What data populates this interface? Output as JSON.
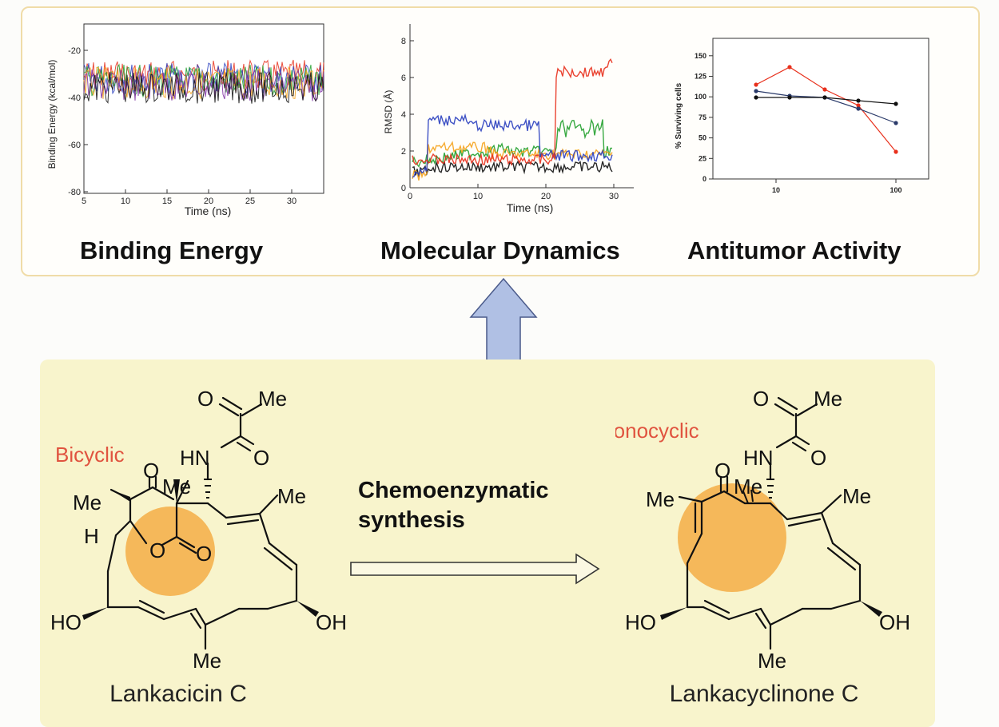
{
  "top_panel": {
    "binding_energy": {
      "caption": "Binding Energy",
      "ylabel": "Binding Energy (kcal/mol)",
      "xlabel": "Time (ns)",
      "xticks": [
        "5",
        "10",
        "15",
        "20",
        "25",
        "30"
      ],
      "yticks": [
        "-20",
        "-40",
        "-60",
        "-80"
      ]
    },
    "molecular_dynamics": {
      "caption": "Molecular Dynamics",
      "ylabel": "RMSD (Å)",
      "xlabel": "Time (ns)",
      "xticks": [
        "0",
        "10",
        "20",
        "30"
      ],
      "yticks": [
        "0",
        "2",
        "4",
        "6",
        "8"
      ]
    },
    "antitumor_activity": {
      "caption": "Antitumor Activity",
      "ylabel": "% Surviving cells",
      "xticks": [
        "10",
        "100"
      ],
      "yticks": [
        "0",
        "25",
        "50",
        "75",
        "100",
        "125",
        "150"
      ]
    }
  },
  "colors": {
    "panel_border": "#f0dca8",
    "bottom_bg": "#f8f4cc",
    "arrow_fill": "#b0c0e4",
    "highlight": "#f5b85a",
    "accent_text": "#e0533f",
    "series": [
      "#e8301c",
      "#2a3fbf",
      "#22a02e",
      "#f5a31c",
      "#111111",
      "#7a2aa0"
    ]
  },
  "bottom_panel": {
    "left_molecule": {
      "name": "Lankacicin C",
      "tag": "Bicyclic",
      "atoms": {
        "me_top": "Me",
        "o_top": "O",
        "o_ketone2": "O",
        "hn": "HN",
        "o_ketone": "O",
        "me_c": "Me",
        "me_left": "Me",
        "h": "H",
        "me_right": "Me",
        "o_ring": "O",
        "o_lactone": "O",
        "ho": "HO",
        "oh": "OH",
        "me_bottom": "Me"
      }
    },
    "right_molecule": {
      "name": "Lankacyclinone C",
      "tag": "Monocyclic",
      "atoms": {
        "me_top": "Me",
        "o_top": "O",
        "o_ketone2": "O",
        "hn": "HN",
        "o_ketone": "O",
        "me_c": "Me",
        "me_left": "Me",
        "me_right": "Me",
        "ho": "HO",
        "oh": "OH",
        "me_bottom": "Me"
      }
    },
    "reaction_label_line1": "Chemoenzymatic",
    "reaction_label_line2": "synthesis"
  }
}
